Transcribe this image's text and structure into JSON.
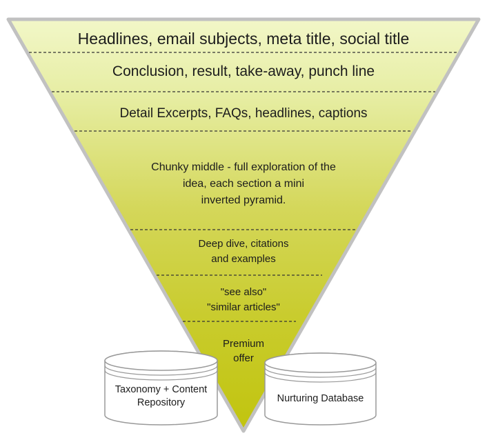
{
  "funnel": {
    "layers": [
      {
        "label": "Headlines, email subjects, meta title, social title"
      },
      {
        "label": "Conclusion, result, take-away, punch line"
      },
      {
        "label": "Detail Excerpts, FAQs, headlines, captions"
      },
      {
        "label": "Chunky middle - full exploration of the\nidea, each section a mini\ninverted pyramid."
      },
      {
        "label": "Deep dive, citations\nand examples"
      },
      {
        "label": "\"see also\"\n\"similar articles\""
      },
      {
        "label": "Premium\noffer"
      }
    ],
    "colors": {
      "top": "#f2f7c8",
      "upper_mid": "#e6eda2",
      "mid": "#d4d75a",
      "lower_mid": "#c9cc2e",
      "bottom": "#c1c40e",
      "border": "#c1c1c1",
      "separator": "#333333"
    }
  },
  "databases": {
    "left": {
      "label": "Taxonomy + Content\nRepository"
    },
    "right": {
      "label": "Nurturing Database"
    },
    "stroke": "#999999"
  }
}
